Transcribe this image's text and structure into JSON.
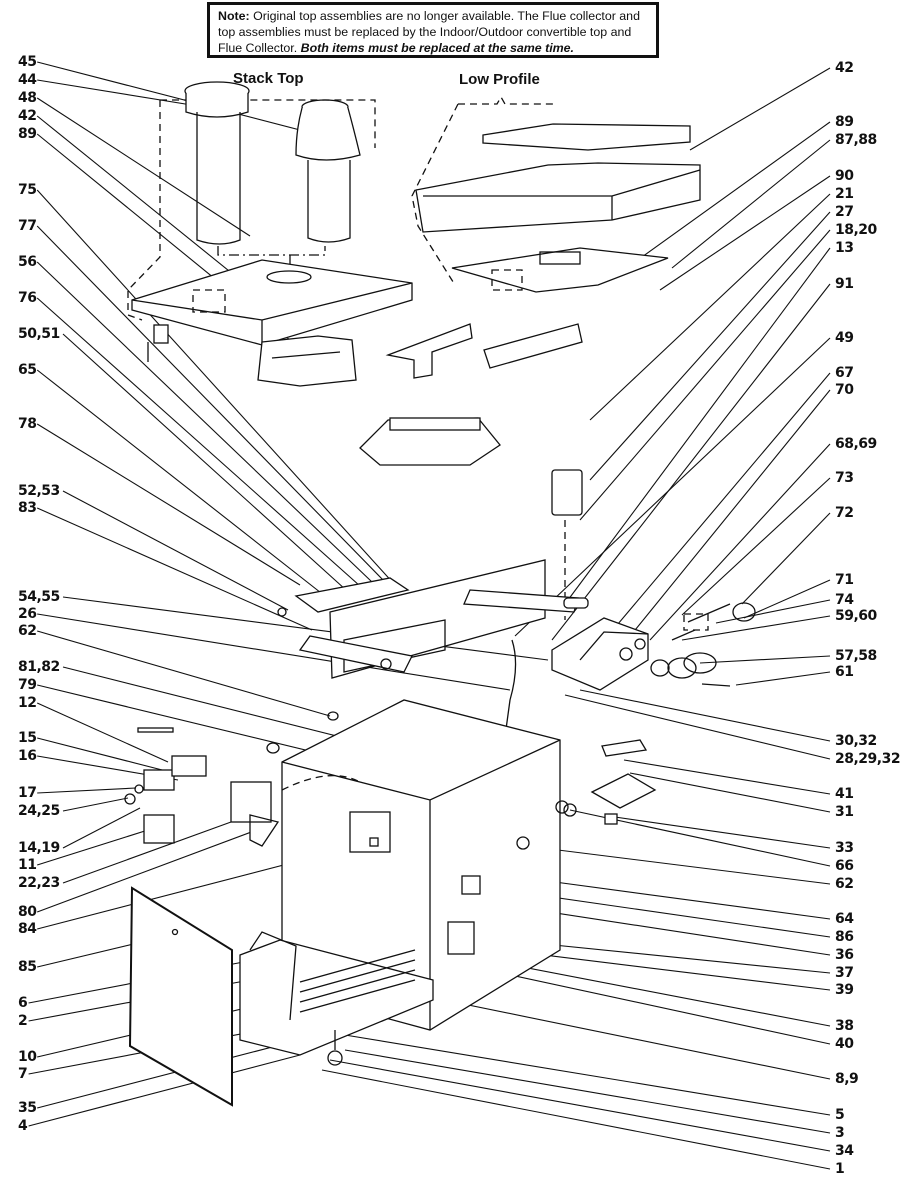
{
  "note": {
    "label": "Note:",
    "text": " Original top assemblies are no longer available.  The Flue collector and top assemblies must be replaced by the Indoor/Outdoor convertible top and Flue Collector. ",
    "emphasis": "Both items must be replaced at the same time."
  },
  "sections": {
    "stack_top": "Stack Top",
    "low_profile": "Low Profile"
  },
  "callouts_left": [
    {
      "id": "45"
    },
    {
      "id": "44"
    },
    {
      "id": "48"
    },
    {
      "id": "42"
    },
    {
      "id": "89"
    },
    {
      "id": "75"
    },
    {
      "id": "77"
    },
    {
      "id": "56"
    },
    {
      "id": "76"
    },
    {
      "id": "50,51"
    },
    {
      "id": "65"
    },
    {
      "id": "78"
    },
    {
      "id": "52,53"
    },
    {
      "id": "83"
    },
    {
      "id": "54,55"
    },
    {
      "id": "26"
    },
    {
      "id": "62"
    },
    {
      "id": "81,82"
    },
    {
      "id": "79"
    },
    {
      "id": "12"
    },
    {
      "id": "15"
    },
    {
      "id": "16"
    },
    {
      "id": "17"
    },
    {
      "id": "24,25"
    },
    {
      "id": "14,19"
    },
    {
      "id": "11"
    },
    {
      "id": "22,23"
    },
    {
      "id": "80"
    },
    {
      "id": "84"
    },
    {
      "id": "85"
    },
    {
      "id": "6"
    },
    {
      "id": "2"
    },
    {
      "id": "10"
    },
    {
      "id": "7"
    },
    {
      "id": "35"
    },
    {
      "id": "4"
    }
  ],
  "callouts_right": [
    {
      "id": "42"
    },
    {
      "id": "89"
    },
    {
      "id": "87,88"
    },
    {
      "id": "90"
    },
    {
      "id": "21"
    },
    {
      "id": "27"
    },
    {
      "id": "18,20"
    },
    {
      "id": "13"
    },
    {
      "id": "91"
    },
    {
      "id": "49"
    },
    {
      "id": "67"
    },
    {
      "id": "70"
    },
    {
      "id": "68,69"
    },
    {
      "id": "73"
    },
    {
      "id": "72"
    },
    {
      "id": "71"
    },
    {
      "id": "74"
    },
    {
      "id": "59,60"
    },
    {
      "id": "57,58"
    },
    {
      "id": "61"
    },
    {
      "id": "30,32"
    },
    {
      "id": "28,29,32"
    },
    {
      "id": "41"
    },
    {
      "id": "31"
    },
    {
      "id": "33"
    },
    {
      "id": "66"
    },
    {
      "id": "62"
    },
    {
      "id": "64"
    },
    {
      "id": "86"
    },
    {
      "id": "36"
    },
    {
      "id": "37"
    },
    {
      "id": "39"
    },
    {
      "id": "38"
    },
    {
      "id": "40"
    },
    {
      "id": "8,9"
    },
    {
      "id": "5"
    },
    {
      "id": "3"
    },
    {
      "id": "34"
    },
    {
      "id": "1"
    }
  ]
}
